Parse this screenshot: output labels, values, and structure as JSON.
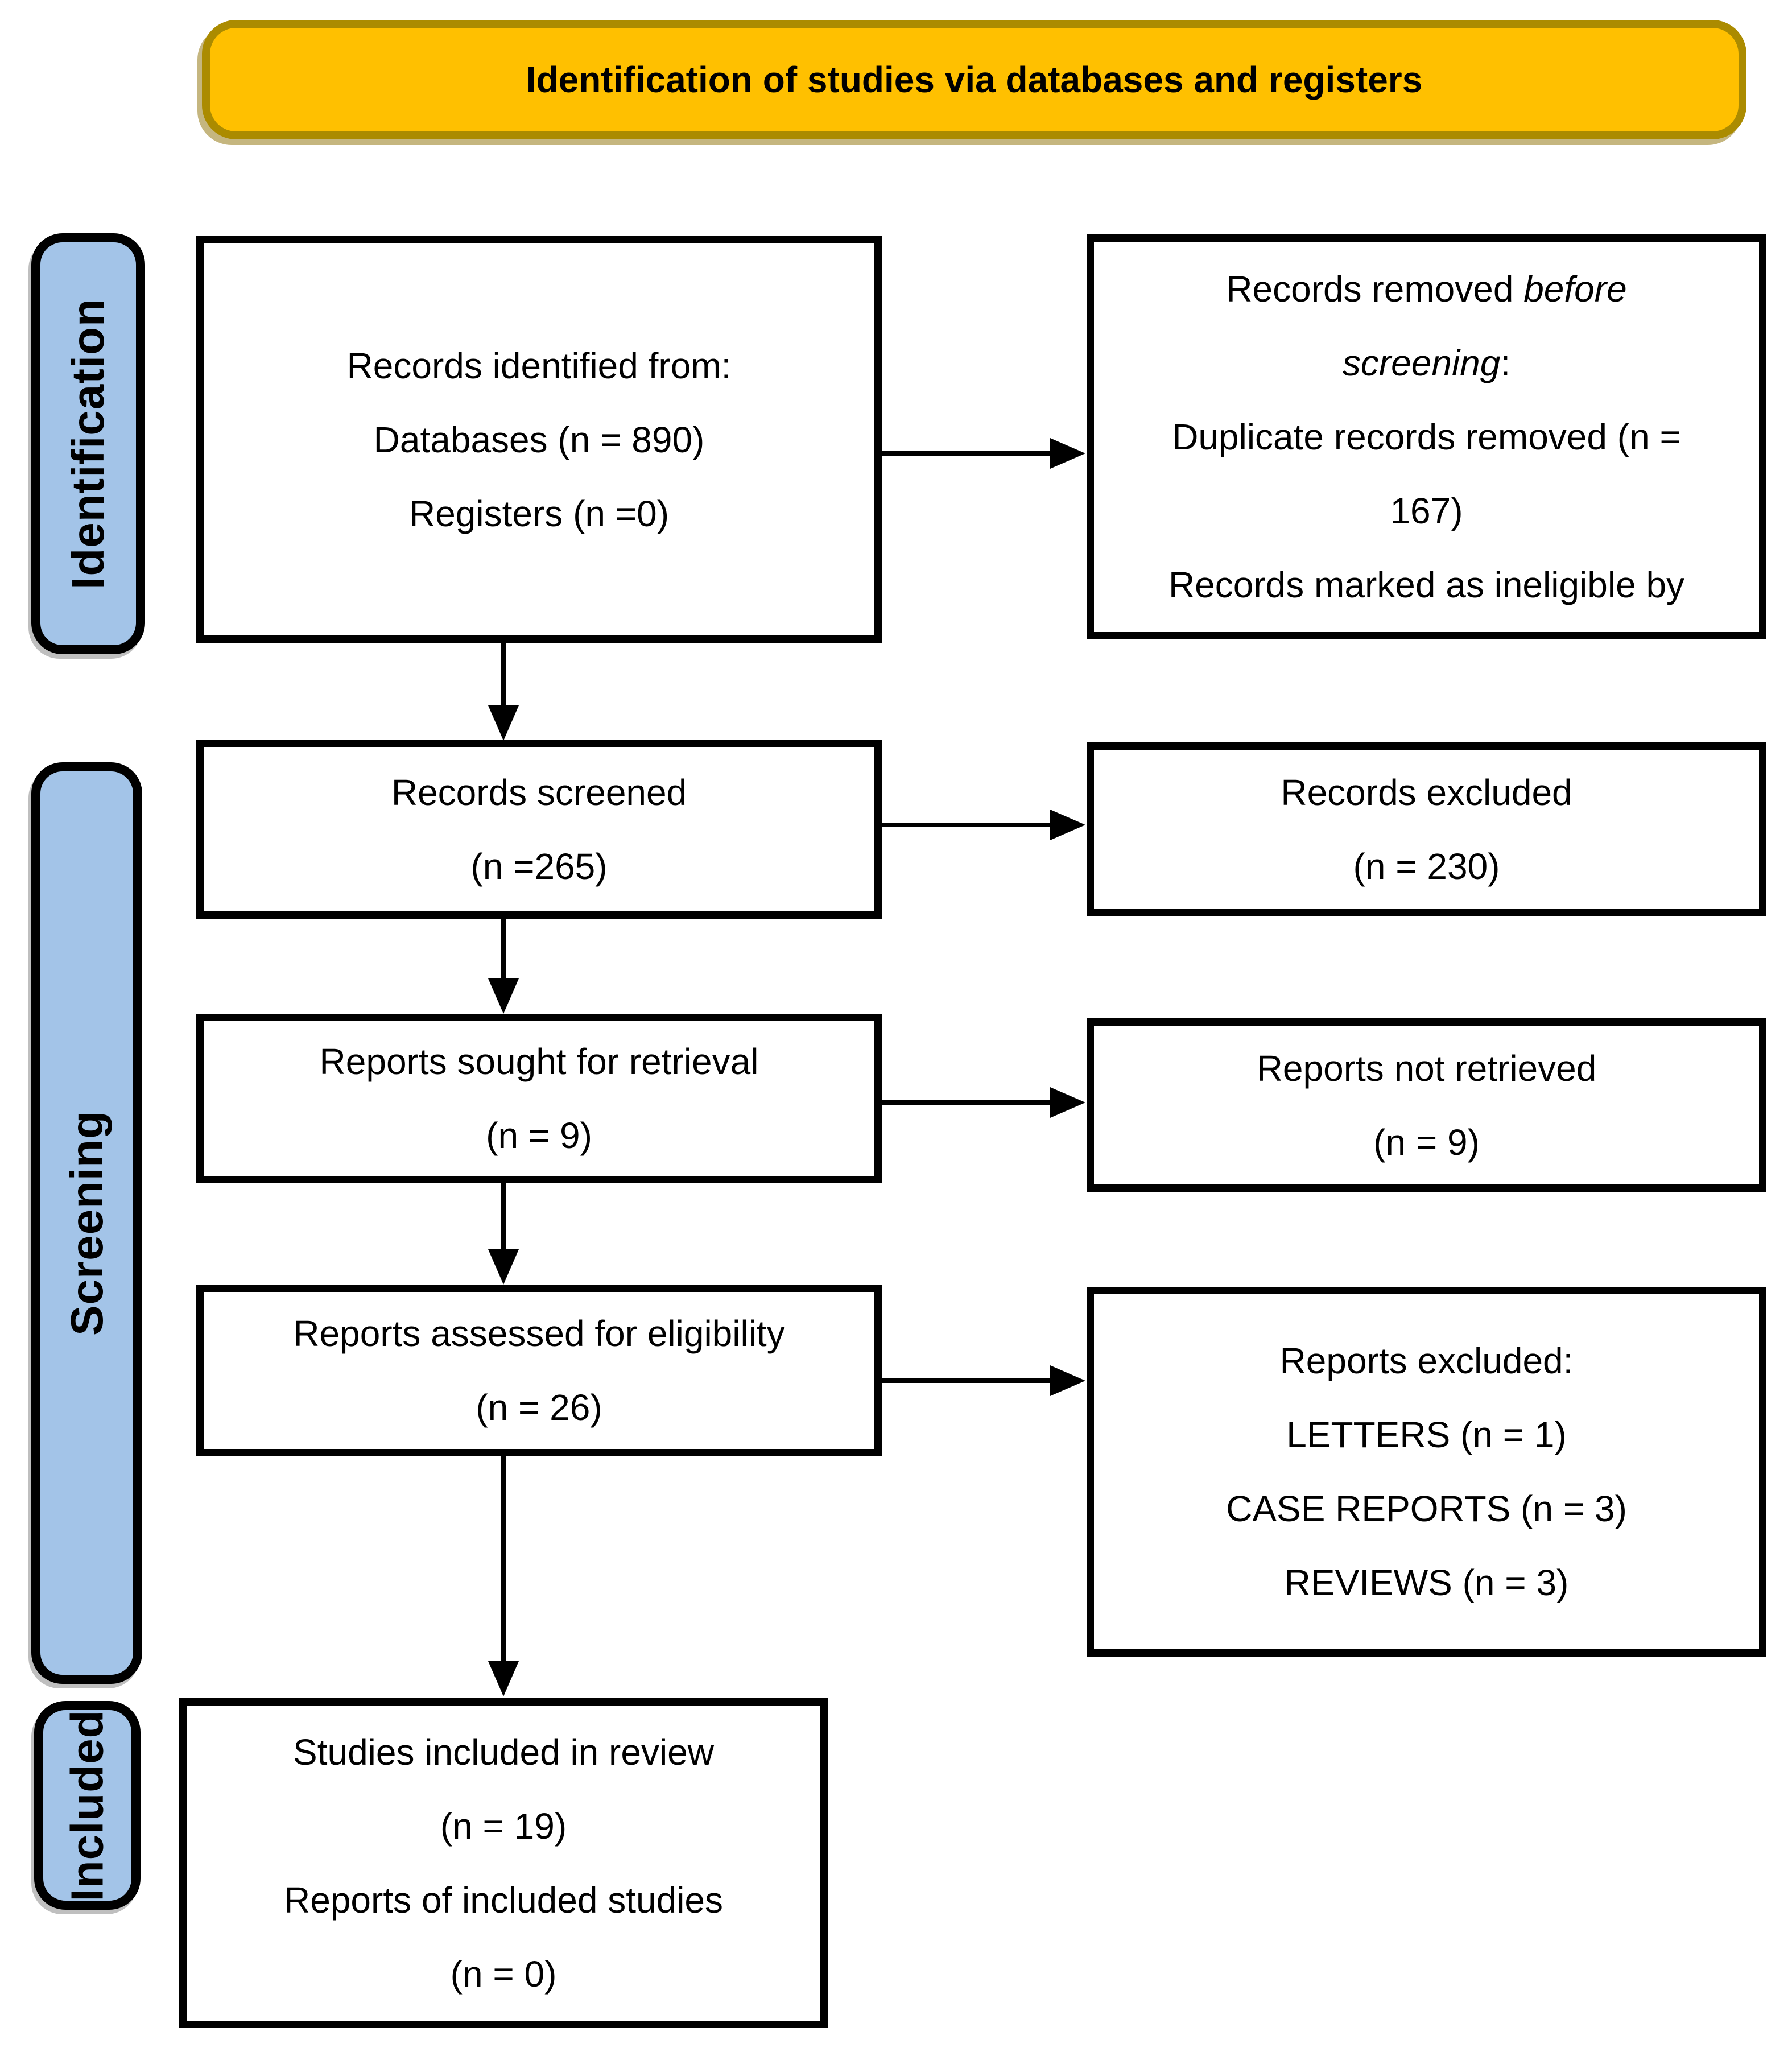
{
  "title": "Identification of studies via databases and registers",
  "colors": {
    "banner_fill": "#FFC000",
    "banner_border": "#AB8B00",
    "stage_fill": "#A3C4E8",
    "stage_border": "#000000"
  },
  "stages": {
    "identification": "Identification",
    "screening": "Screening",
    "included": "Included"
  },
  "boxes": {
    "identified": {
      "lines": [
        "Records identified from:",
        "Databases (n = 890)",
        "Registers (n =0)"
      ]
    },
    "removed": {
      "line1_normal": "Records removed ",
      "line1_italic": "before",
      "line2_italic": "screening",
      "line2_suffix": ":",
      "line3": "Duplicate records removed (n =",
      "line4": "167)",
      "line5": "Records marked as ineligible by"
    },
    "screened": {
      "lines": [
        "Records screened",
        "(n =265)"
      ]
    },
    "records_excluded": {
      "lines": [
        "Records excluded",
        "(n = 230)"
      ]
    },
    "sought": {
      "lines": [
        "Reports sought for retrieval",
        "(n = 9)"
      ]
    },
    "not_retrieved": {
      "lines": [
        "Reports not retrieved",
        "(n = 9)"
      ]
    },
    "assessed": {
      "lines": [
        "Reports assessed for eligibility",
        "(n = 26)"
      ]
    },
    "reports_excluded": {
      "lines": [
        "Reports excluded:",
        "LETTERS (n = 1)",
        "CASE REPORTS (n = 3)",
        "REVIEWS (n = 3)"
      ]
    },
    "included_studies": {
      "lines": [
        "Studies included in review",
        "(n = 19)",
        "Reports of included studies",
        "(n = 0)"
      ]
    }
  }
}
